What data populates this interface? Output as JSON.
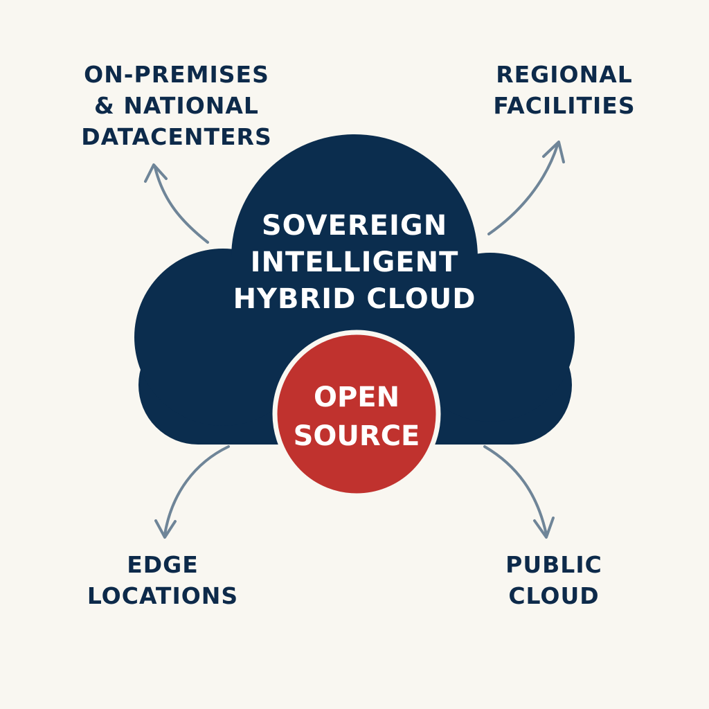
{
  "diagram": {
    "center": {
      "title_lines": [
        "SOVEREIGN",
        "INTELLIGENT",
        "HYBRID CLOUD"
      ],
      "color": "#0b2d4e"
    },
    "badge": {
      "lines": [
        "OPEN",
        "SOURCE"
      ],
      "color": "#c0322e"
    },
    "nodes": {
      "top_left": {
        "lines": [
          "ON-PREMISES",
          "& NATIONAL",
          "DATACENTERS"
        ]
      },
      "top_right": {
        "lines": [
          "REGIONAL",
          "FACILITIES"
        ]
      },
      "bottom_left": {
        "lines": [
          "EDGE",
          "LOCATIONS"
        ]
      },
      "bottom_right": {
        "lines": [
          "PUBLIC",
          "CLOUD"
        ]
      }
    },
    "colors": {
      "background": "#f9f7f1",
      "label_text": "#0d2a4a",
      "arrow": "#6f8598"
    }
  }
}
